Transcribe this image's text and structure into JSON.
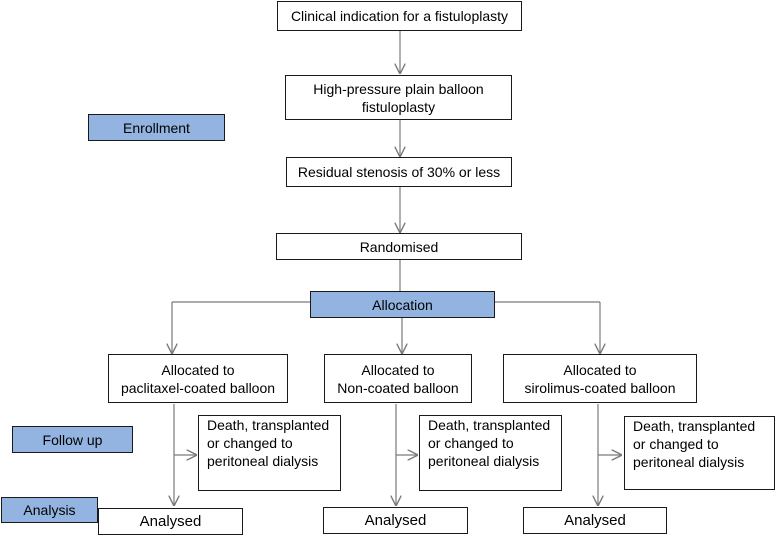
{
  "flow": {
    "indication": "Clinical indication for a fistuloplasty",
    "plain_balloon": [
      "High-pressure plain balloon",
      "fistuloplasty"
    ],
    "residual": "Residual stenosis of 30% or less",
    "randomised": "Randomised",
    "arms": [
      {
        "allocated": [
          "Allocated to",
          "paclitaxel-coated balloon"
        ],
        "withdrawn": [
          "Death, transplanted",
          "or changed to",
          "peritoneal dialysis"
        ],
        "analysed": "Analysed"
      },
      {
        "allocated": [
          "Allocated to",
          "Non-coated balloon"
        ],
        "withdrawn": [
          "Death, transplanted",
          "or changed to",
          "peritoneal dialysis"
        ],
        "analysed": "Analysed"
      },
      {
        "allocated": [
          "Allocated to",
          "sirolimus-coated balloon"
        ],
        "withdrawn": [
          "Death, transplanted",
          "or changed to",
          "peritoneal dialysis"
        ],
        "analysed": "Analysed"
      }
    ]
  },
  "stages": {
    "enrollment": "Enrollment",
    "allocation": "Allocation",
    "follow_up": "Follow up",
    "analysis": "Analysis"
  },
  "colors": {
    "stage_fill": "#93b4e0",
    "line": "#7a7a7a",
    "border": "#1a1a1a"
  }
}
